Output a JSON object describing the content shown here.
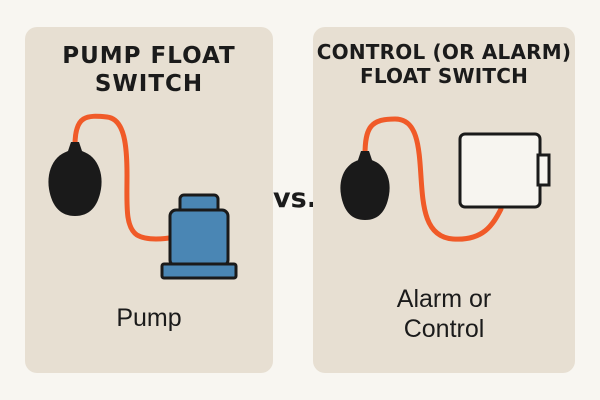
{
  "left_panel": {
    "title": "PUMP FLOAT\nSWITCH",
    "label": "Pump"
  },
  "right_panel": {
    "title": "CONTROL (OR ALARM)\nFLOAT SWITCH",
    "label": "Alarm or\nControl"
  },
  "vs": "vs.",
  "colors": {
    "background": "#f8f6f1",
    "panel": "#e7dfd2",
    "cable": "#f05a28",
    "float": "#1a1a1a",
    "pump": "#4a86b4",
    "control_box": "#f7f5f0",
    "text": "#1b1b1b"
  },
  "icons": {
    "left_float": "float-ball-icon",
    "pump": "submersible-pump-icon",
    "right_float": "float-ball-icon",
    "control_box": "control-box-icon"
  }
}
